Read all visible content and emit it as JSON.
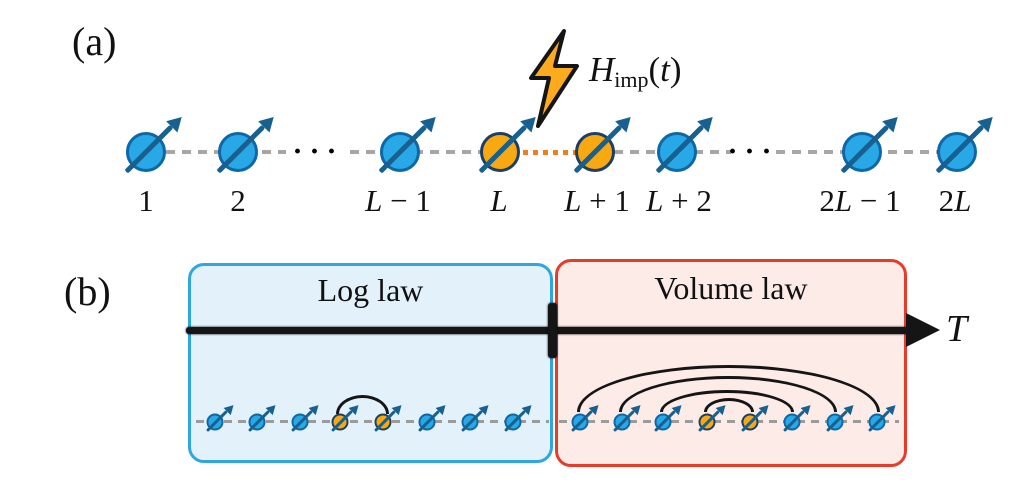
{
  "figure": {
    "panels": {
      "a": {
        "label": "(a)",
        "impurity_label_html": "<i>H</i><sub>imp</sub>(<i>t</i>)",
        "sites": [
          {
            "label_html": "1",
            "color": "blue"
          },
          {
            "label_html": "2",
            "color": "blue"
          },
          {
            "ellipsis": "···"
          },
          {
            "label_html": "<i>L</i> − 1",
            "color": "blue"
          },
          {
            "label_html": "<i>L</i>",
            "color": "orange"
          },
          {
            "label_html": "<i>L</i> + 1",
            "color": "orange"
          },
          {
            "label_html": "<i>L</i> + 2",
            "color": "blue"
          },
          {
            "ellipsis": "···"
          },
          {
            "label_html": "2<i>L</i> − 1",
            "color": "blue"
          },
          {
            "label_html": "2<i>L</i>",
            "color": "blue"
          }
        ]
      },
      "b": {
        "label": "(b)",
        "regions": [
          {
            "title": "Log law",
            "spin_colors": [
              "blue",
              "blue",
              "blue",
              "orange",
              "orange",
              "blue",
              "blue",
              "blue"
            ],
            "entangled_pairs": [
              [
                4,
                5
              ]
            ]
          },
          {
            "title": "Volume law",
            "spin_colors": [
              "blue",
              "blue",
              "blue",
              "orange",
              "orange",
              "blue",
              "blue",
              "blue"
            ],
            "entangled_pairs": [
              [
                1,
                8
              ],
              [
                2,
                7
              ],
              [
                3,
                6
              ],
              [
                4,
                5
              ]
            ]
          }
        ],
        "time_axis_label_html": "<i>T</i>"
      }
    }
  },
  "colors": {
    "spin_blue": "#29a8e8",
    "spin_blue_ring": "#0f67a5",
    "spin_orange": "#f8a912",
    "spin_orange_ring": "#1d3f63",
    "arrow_blue": "#17608f",
    "bond_gray": "#a6a6a6",
    "bond_orange": "#ef7e1f",
    "log_box_border": "#2ea7e0",
    "log_box_fill": "#e3f1fb",
    "volume_box_border": "#e73b2c",
    "volume_box_fill": "#fcebe7",
    "ink": "#151515",
    "bolt_fill": "#fbab1d",
    "text": "#111111"
  }
}
